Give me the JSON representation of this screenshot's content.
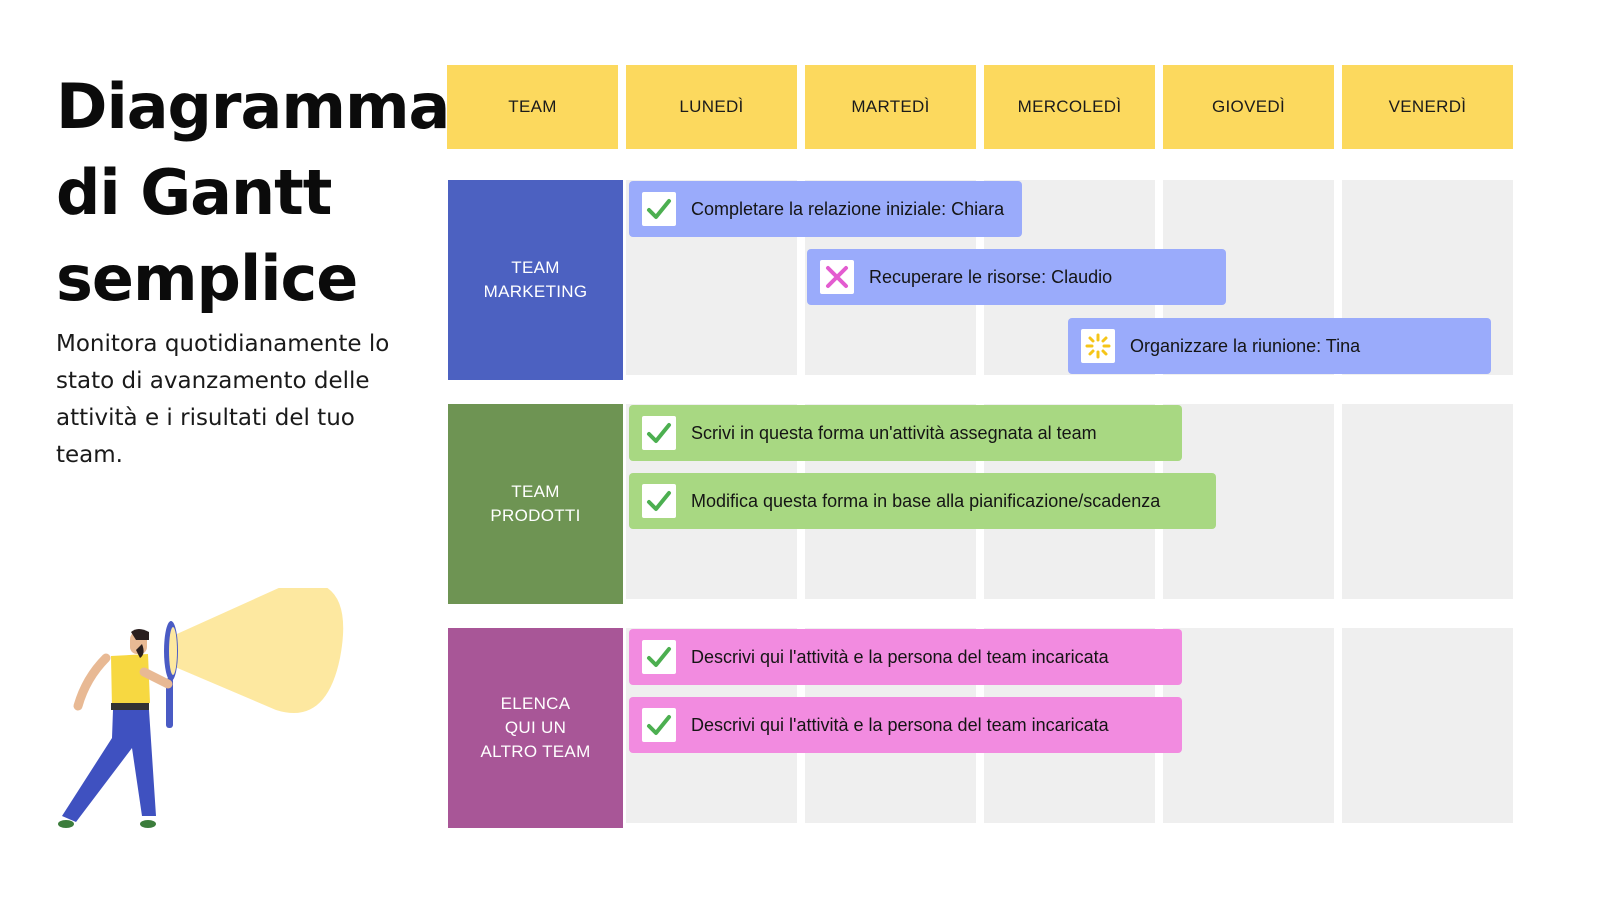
{
  "title": "Diagramma di Gantt semplice",
  "subtitle": "Monitora quotidianamente lo stato di avanzamento delle attività e i risultati del tuo team.",
  "headers": [
    "TEAM",
    "LUNEDÌ",
    "MARTEDÌ",
    "MERCOLEDÌ",
    "GIOVEDÌ",
    "VENERDÌ"
  ],
  "teams": [
    {
      "label": "TEAM\nMARKETING",
      "color": "#4c61c1"
    },
    {
      "label": "TEAM\nPRODOTTI",
      "color": "#6e9453"
    },
    {
      "label": "ELENCA\nQUI UN\nALTRO TEAM",
      "color": "#a85697"
    }
  ],
  "tasks": [
    {
      "text": "Completare la relazione iniziale: Chiara",
      "icon": "check-icon",
      "color": "#9aabfb"
    },
    {
      "text": "Recuperare le risorse: Claudio",
      "icon": "cross-icon",
      "color": "#9aabfb"
    },
    {
      "text": "Organizzare la riunione: Tina",
      "icon": "in-progress-icon",
      "color": "#9aabfb"
    },
    {
      "text": "Scrivi in questa forma un'attività assegnata al team",
      "icon": "check-icon",
      "color": "#a8d882"
    },
    {
      "text": "Modifica questa forma in base alla pianificazione/scadenza",
      "icon": "check-icon",
      "color": "#a8d882"
    },
    {
      "text": "Descrivi qui l'attività e la persona del team incaricata",
      "icon": "check-icon",
      "color": "#f28be0"
    },
    {
      "text": "Descrivi qui l'attività e la persona del team incaricata",
      "icon": "check-icon",
      "color": "#f28be0"
    }
  ],
  "colors": {
    "header": "#fcd95e",
    "cell": "#efefef",
    "check": "#4caf50",
    "cross": "#e35cd0",
    "progress": "#f5c518"
  }
}
